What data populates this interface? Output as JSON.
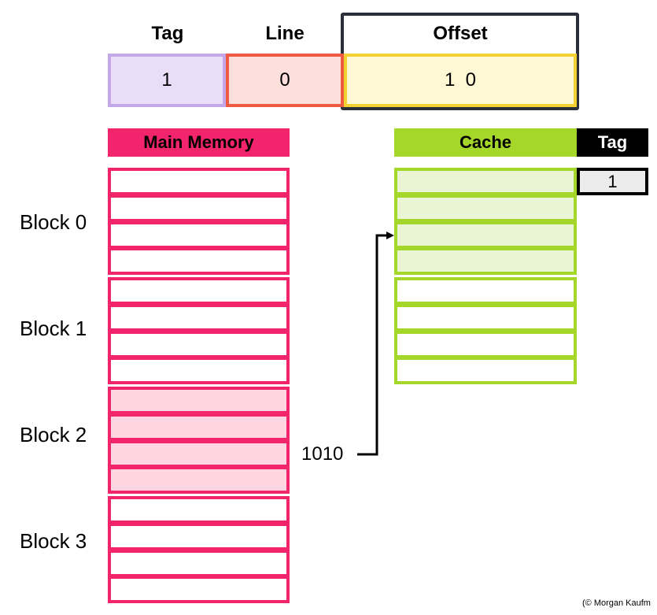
{
  "address": {
    "tag_label": "Tag",
    "line_label": "Line",
    "offset_label": "Offset",
    "tag_value": "1",
    "line_value": "0",
    "offset_value": "1  0"
  },
  "main_memory": {
    "header": "Main Memory",
    "blocks": [
      {
        "label": "Block 0",
        "highlighted": false
      },
      {
        "label": "Block 1",
        "highlighted": false
      },
      {
        "label": "Block 2",
        "highlighted": true
      },
      {
        "label": "Block 3",
        "highlighted": false
      }
    ],
    "rows_per_block": 4
  },
  "cache": {
    "header": "Cache",
    "tag_header": "Tag",
    "tag_value": "1",
    "lines": [
      {
        "highlighted": true
      },
      {
        "highlighted": false
      }
    ],
    "rows_per_line": 4
  },
  "address_arrow": {
    "label": "1010"
  },
  "credit": "(© Morgan Kaufm",
  "colors": {
    "memory": "#f2246b",
    "memory_highlight": "#fdd6e2",
    "cache": "#a5d72a",
    "cache_highlight": "#e9f5d4",
    "tag_field": "#c4a7e6",
    "line_field": "#ef5a42",
    "offset_field": "#f2d233"
  }
}
